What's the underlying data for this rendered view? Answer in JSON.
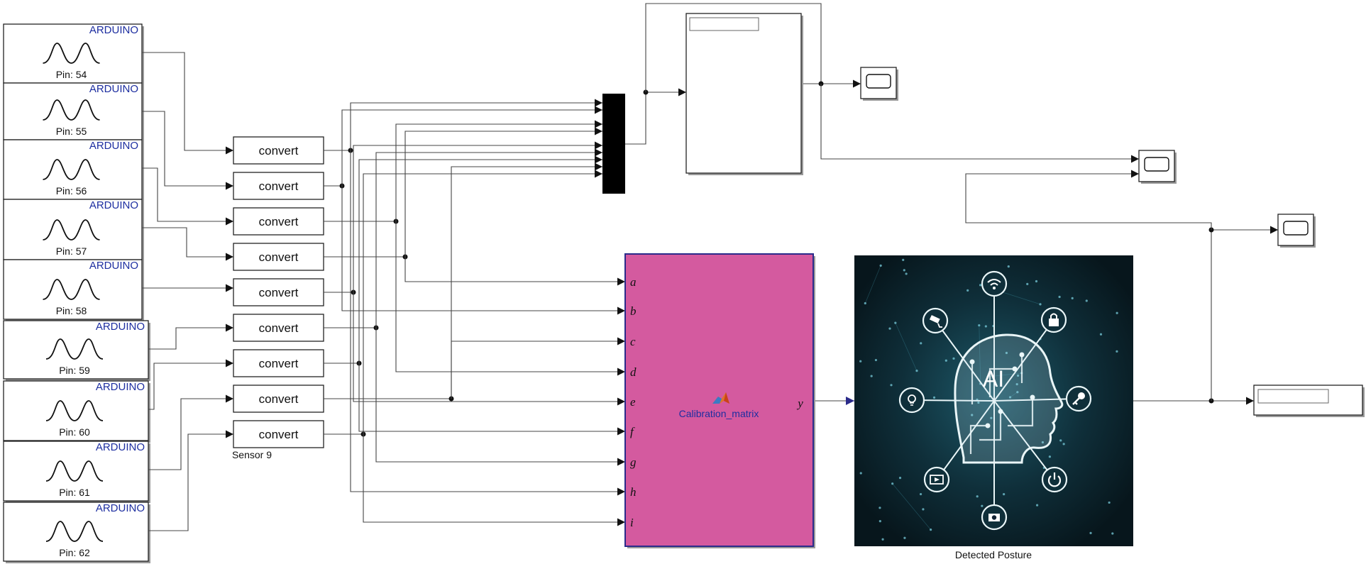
{
  "arduino_blocks": [
    {
      "title": "ARDUINO",
      "pin": "Pin: 54"
    },
    {
      "title": "ARDUINO",
      "pin": "Pin: 55"
    },
    {
      "title": "ARDUINO",
      "pin": "Pin: 56"
    },
    {
      "title": "ARDUINO",
      "pin": "Pin: 57"
    },
    {
      "title": "ARDUINO",
      "pin": "Pin: 58"
    },
    {
      "title": "ARDUINO",
      "pin": "Pin: 59"
    },
    {
      "title": "ARDUINO",
      "pin": "Pin: 60"
    },
    {
      "title": "ARDUINO",
      "pin": "Pin: 61"
    },
    {
      "title": "ARDUINO",
      "pin": "Pin: 62"
    }
  ],
  "convert_blocks": [
    "convert",
    "convert",
    "convert",
    "convert",
    "convert",
    "convert",
    "convert",
    "convert",
    "convert"
  ],
  "convert_group_label": "Sensor 9",
  "matlab_function": {
    "name": "Calibration_matrix",
    "inputs": [
      "a",
      "b",
      "c",
      "d",
      "e",
      "f",
      "g",
      "h",
      "i"
    ],
    "output": "y",
    "color": "#d45a9f"
  },
  "posture_block": {
    "caption": "Detected Posture",
    "center_label": "AI",
    "icons": [
      "wifi-icon",
      "lock-icon",
      "key-icon",
      "power-icon",
      "camera-icon",
      "video-icon",
      "lightbulb-icon",
      "cctv-icon"
    ]
  },
  "scopes": 3,
  "colors": {
    "arduino_text": "#1d2ea0",
    "function_fill": "#d45a9f",
    "function_border": "#2a2a8a",
    "panel_bg": "#0b1f27"
  }
}
